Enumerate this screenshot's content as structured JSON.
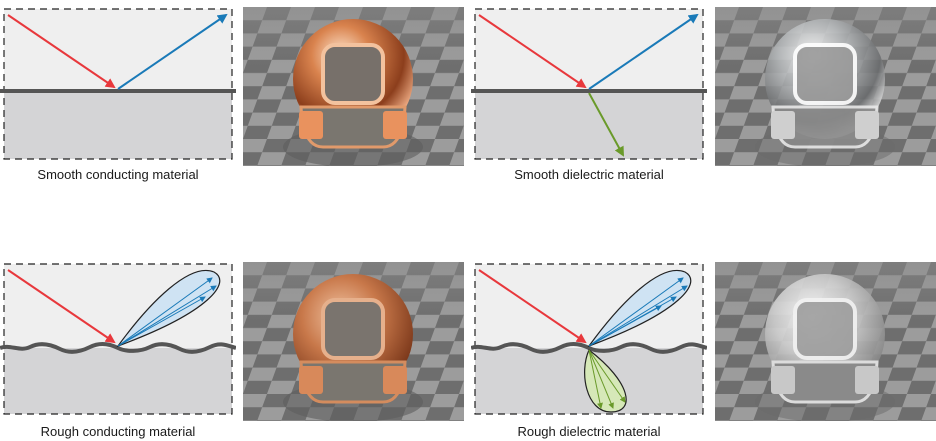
{
  "panels": [
    {
      "id": "smooth-conducting",
      "caption": "Smooth conducting material",
      "material_color": "#c8703e"
    },
    {
      "id": "smooth-dielectric",
      "caption": "Smooth dielectric material",
      "material_color": "#d8dadc"
    },
    {
      "id": "rough-conducting",
      "caption": "Rough conducting material",
      "material_color": "#c8784a"
    },
    {
      "id": "rough-dielectric",
      "caption": "Rough dielectric material",
      "material_color": "#d0d0d0"
    }
  ],
  "colors": {
    "incident_ray": "#e8383c",
    "reflected_ray": "#1a7ab8",
    "transmitted_ray": "#6a9a2a",
    "reflect_lobe_fill": "#cfe3f3",
    "transmit_lobe_fill": "#d6e8b8",
    "surface": "#555555",
    "upper_medium": "#efefef",
    "lower_medium": "#d4d4d6"
  }
}
